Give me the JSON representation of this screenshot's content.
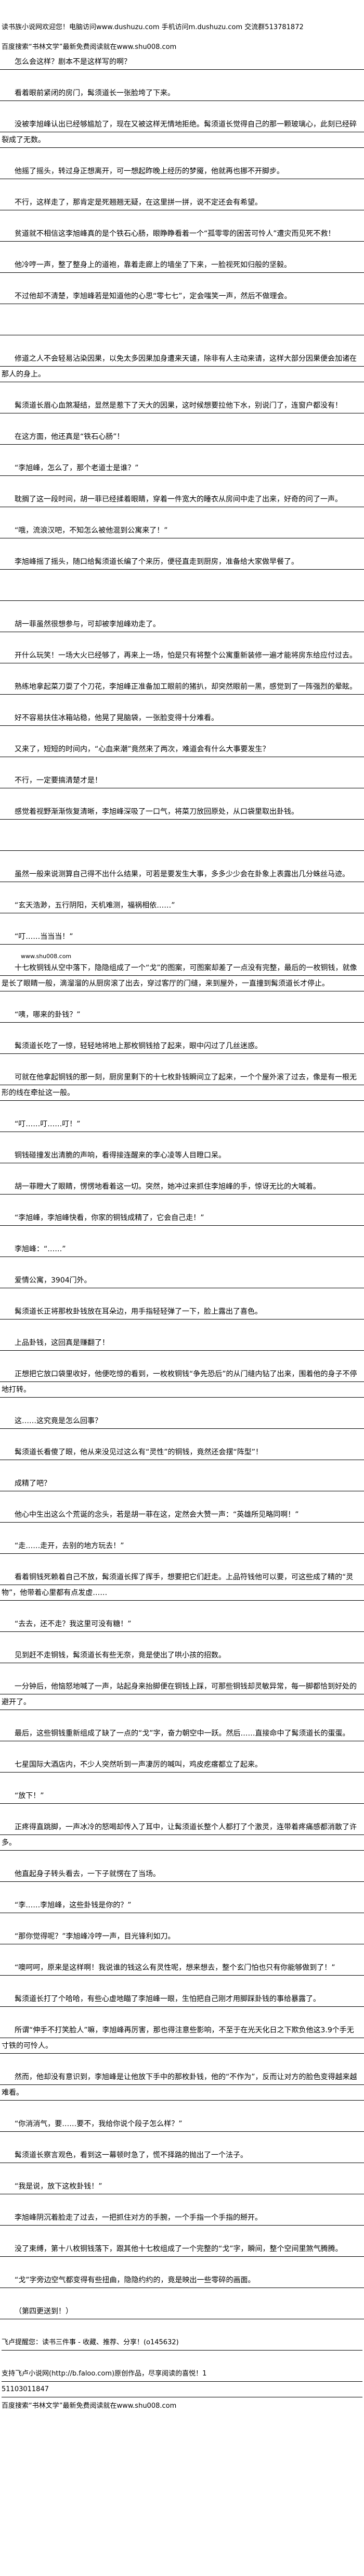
{
  "header": {
    "site_welcome": "读书族小说网欢迎您！电脑访问www.dushuzu.com 手机访问m.dushuzu.com 交流群513781872",
    "search_promo": "百度搜索“书林文学”最新免费阅读就在www.shu008.com"
  },
  "chapter": {
    "paragraphs": [
      {
        "text": "怎么会这样？剧本不是这样写的啊？"
      },
      {
        "text": "看着眼前紧闭的房门，髯须道长一张脸垮了下来。"
      },
      {
        "text": "没被李旭峰认出已经够尴尬了，现在又被这样无情地拒绝。髯须道长觉得自己的那一颗玻璃心，此刻已经碎裂成了无数。"
      },
      {
        "text": "他摇了摇头，转过身正想离开，可一想起昨晚上经历的梦魇，他就再也挪不开脚步。"
      },
      {
        "text": "不行，这样走了，那肯定是死翘翘无疑，在这里拼一拼，说不定还会有希望。"
      },
      {
        "text": "贫道就不相信这李旭峰真的是个铁石心肠，眼睁睁看着一个“孤零零的困苦可怜人”遭灾而见死不救！"
      },
      {
        "text": "他冷哼一声，整了整身上的道袍，靠着走廊上的墙坐了下来，一脸视死如归般的坚毅。"
      },
      {
        "text": "不过他却不清楚，李旭峰若是知道他的心思“零七七”，定会嗤笑一声，然后不做理会。"
      },
      {
        "text": ""
      },
      {
        "text": "修道之人不会轻易沾染因果，以免太多因果加身遭来天谴，除非有人主动来请，这样大部分因果便会加诸在那人的身上。"
      },
      {
        "text": "髯须道长眉心血煞凝结，显然是惹下了天大的因果，这时候想要拉他下水，别说门了，连窗户都没有！"
      },
      {
        "text": "在这方面，他还真是“铁石心肠”！"
      },
      {
        "text": "“李旭峰，怎么了，那个老道士是谁？”"
      },
      {
        "text": "耽搁了这一段时间，胡一菲已经揉着眼睛，穿着一件宽大的睡衣从房间中走了出来，好奇的问了一声。"
      },
      {
        "text": "“哦，流浪汉吧，不知怎么被他混到公寓来了！”"
      },
      {
        "text": "李旭峰摇了摇头，随口给髯须道长编了个来历，便径直走到厨房，准备给大家做早餐了。"
      },
      {
        "text": ""
      },
      {
        "text": "胡一菲虽然很想参与，可却被李旭峰劝走了。"
      },
      {
        "text": "开什么玩笑！一场大火已经够了，再来上一场，怕是只有将整个公寓重新装修一遍才能将房东给应付过去。"
      },
      {
        "text": "熟练地拿起菜刀耍了个刀花，李旭峰正准备加工眼前的猪扒，却突然眼前一黑，感觉到了一阵强烈的晕眩。"
      },
      {
        "text": "好不容易扶住冰箱站稳，他晃了晃脑袋，一张脸变得十分难看。"
      },
      {
        "text": "又来了，短短的时间内，“心血来潮”竟然来了两次，难道会有什么大事要发生？"
      },
      {
        "text": "不行，一定要搞清楚才是！"
      },
      {
        "text": "感觉着视野渐渐恢复清晰，李旭峰深吸了一口气，将菜刀放回原处，从口袋里取出卦钱。"
      },
      {
        "text": ""
      },
      {
        "text": "虽然一般来说测算自己得不出什么结果，可若是要发生大事，多多少少会在卦象上表露出几分蛛丝马迹。"
      },
      {
        "text": "“玄天浩渺，五行阴阳，天机难测，福祸相依……”"
      },
      {
        "text": "“叮……当当当！”"
      },
      {
        "text": "十七枚铜钱从空中落下，隐隐组成了一个“戈”的图案，可图案却差了一点没有完整，最后的一枚铜钱，就像是长了眼睛一般，滴溜溜的从厨房滚了出去，穿过客厅的门缝，来到屋外，一直撞到髯须道长才停止。",
        "watermark": "www.shu008.com"
      },
      {
        "text": "“咦，哪来的卦钱？”"
      },
      {
        "text": "髯须道长吃了一惊，轻轻地将地上那枚铜钱拾了起来，眼中闪过了几丝迷惑。"
      },
      {
        "text": "可就在他拿起铜钱的那一刻，厨房里剩下的十七枚卦钱瞬间立了起来，一个个屋外滚了过去，像是有一根无形的线在牵扯这一般。"
      },
      {
        "text": "“叮……叮……叮！”"
      },
      {
        "text": "铜钱碰撞发出清脆的声响，看得接连醒来的李心凌等人目瞪口呆。"
      },
      {
        "text": "胡一菲瞪大了眼睛，愣愣地看着这一切。突然，她冲过来抓住李旭峰的手，惊讶无比的大喊着。"
      },
      {
        "text": "“李旭峰，李旭峰快看，你家的铜钱成精了，它会自己走！”"
      },
      {
        "text": "李旭峰：“……”"
      },
      {
        "text": "爱情公寓，3904门外。"
      },
      {
        "text": "髯须道长正将那枚卦钱放在耳朵边，用手指轻轻弹了一下，脸上露出了喜色。"
      },
      {
        "text": "上品卦钱，这回真是赚翻了！"
      },
      {
        "text": "正想把它放口袋里收好，他便吃惊的看到，一枚枚铜钱“争先恐后”的从门缝内钻了出来，围着他的身子不停地打转。"
      },
      {
        "text": "这……这究竟是怎么回事？"
      },
      {
        "text": "髯须道长看傻了眼，他从来没见过这么有“灵性”的铜钱，竟然还会摆“阵型”！"
      },
      {
        "text": "成精了吧？"
      },
      {
        "text": "他心中生出这么个荒诞的念头，若是胡一菲在这，定然会大赞一声：“英雄所见略同啊！”"
      },
      {
        "text": "“走……走开，去别的地方玩去！”"
      },
      {
        "text": "看着铜钱死赖着自己不放，髯须道长挥了挥手，想要把它们赶走。上品符钱他可以要，可这些成了精的“灵物”，他带着心里都有点发虚……"
      },
      {
        "text": "“去去，还不走？我这里可没有糖！”"
      },
      {
        "text": "见到赶不走铜钱，髯须道长有些无奈，竟是使出了哄小孩的招数。"
      },
      {
        "text": "一分钟后，他恼怒地喊了一声，站起身来抬脚便在铜钱上踩，可那些铜钱却灵敏异常，每一脚都恰到好处的避开了。"
      },
      {
        "text": "最后，这些铜钱重新组成了缺了一点的“戈”字，奋力朝空中一跃。然后……直接命中了髯须道长的蛋蛋。"
      },
      {
        "text": "七星国际大酒店内，不少人突然听到一声凄厉的喊叫，鸡皮疙瘩都立了起来。"
      },
      {
        "text": "“放下！”"
      },
      {
        "text": "正疼得直跳脚，一声冰冷的怒喝却传入了耳中，让髯须道长整个人都打了个激灵，连带着疼痛感都消散了许多。"
      },
      {
        "text": "他直起身子转头看去，一下子就愣在了当场。"
      },
      {
        "text": "“李……李旭峰，这些卦钱是你的？”"
      },
      {
        "text": "“那你觉得呢？”李旭峰冷哼一声，目光锋利如刀。"
      },
      {
        "text": "“噢呵呵，原来是这样啊！我说谁的钱这么有灵性呢，想来想去，整个玄门怕也只有你能够做到了！”"
      },
      {
        "text": "髯须道长打了个哈哈，有些心虚地瞄了李旭峰一眼，生怕把自己刚才用脚踩卦钱的事给暴露了。"
      },
      {
        "text": "所谓“伸手不打笑脸人”嘛，李旭峰再厉害，那也得注意些影响，不至于在光天化日之下欺负他这3.9个手无寸铁的可怜人。"
      },
      {
        "text": "然而，他却没有意识到，李旭峰是让他放下手中的那枚卦钱，他的“不作为”，反而让对方的脸色变得越来越难看。"
      },
      {
        "text": "“你消消气，要……要不，我给你说个段子怎么样？”"
      },
      {
        "text": "髯须道长察言观色，看到这一幕顿时急了，慌不择路的抛出了一个法子。"
      },
      {
        "text": "“我是说，放下这枚卦钱！”"
      },
      {
        "text": "李旭峰阴沉着脸走了过去，一把抓住对方的手腕，一个手指一个手指的掰开。"
      },
      {
        "text": "没了束缚，第十八枚铜钱落下，跟其他十七枚组成了一个完整的“戈”字，瞬间，整个空间里煞气腾腾。"
      },
      {
        "text": "“戈”字旁边空气都变得有些扭曲，隐隐约约的，竟是映出一些零碎的画面。"
      },
      {
        "text": "（第四更送到！）"
      }
    ]
  },
  "footer": {
    "faloo_reminder": "飞卢提醒您：读书三件事 - 收藏、推荐、分享！(o145632)",
    "faloo_support": "支持飞卢小说网(http://b.faloo.com)原创作品，尽享阅读的喜悦！1",
    "code": "51103011847",
    "search_promo": "百度搜索“书林文学”最新免费阅读就在www.shu008.com"
  }
}
